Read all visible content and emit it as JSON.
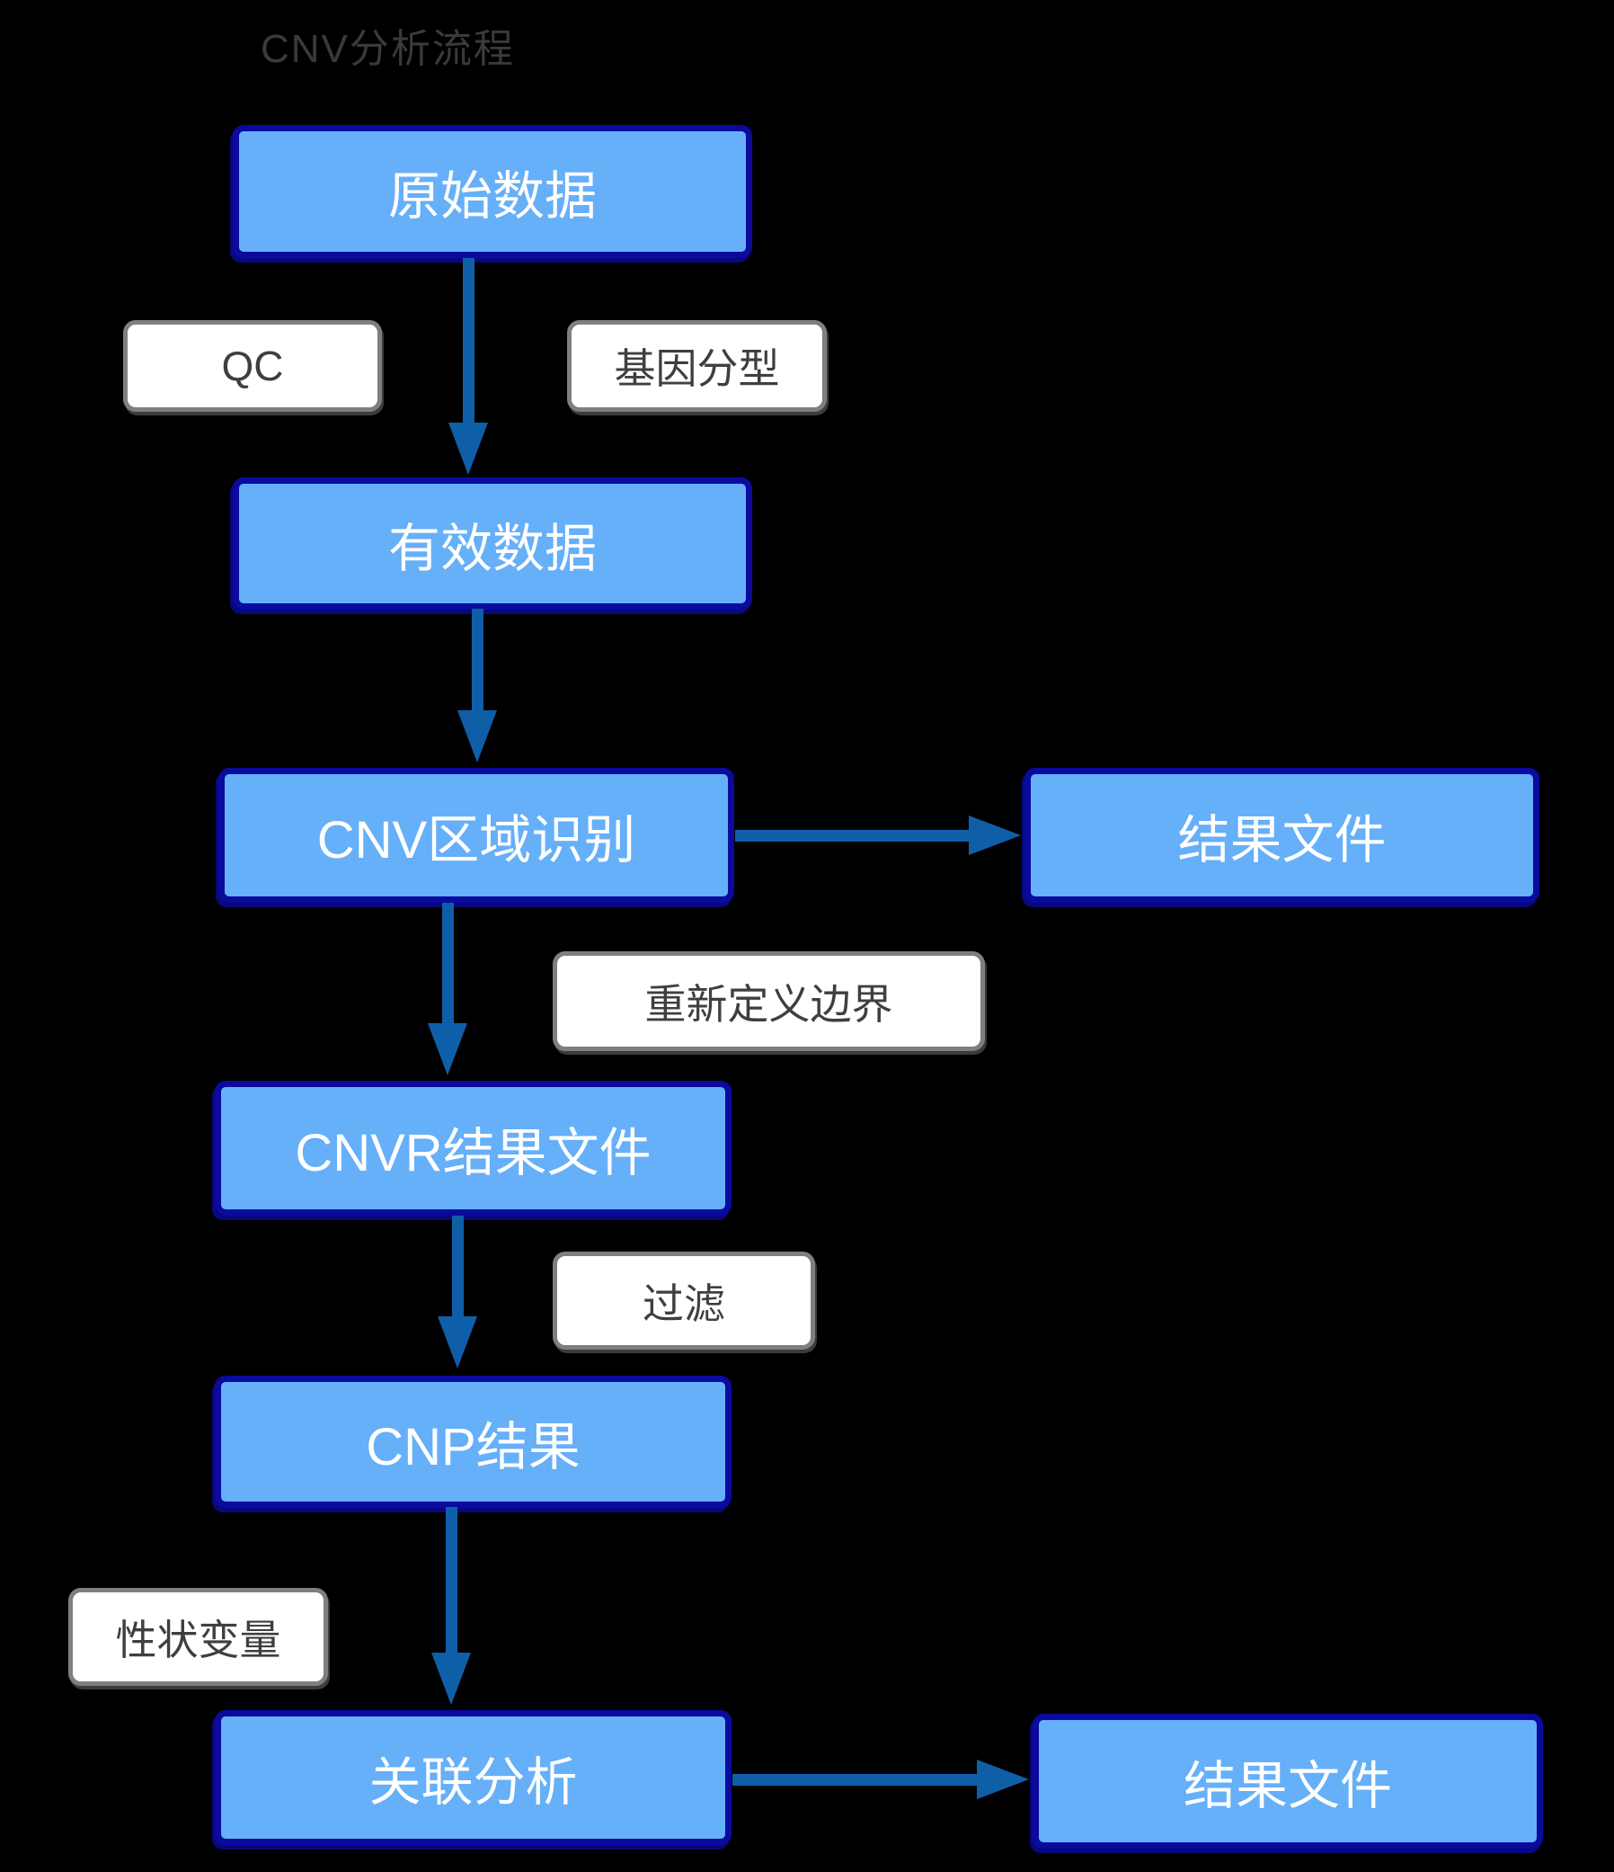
{
  "title": "CNV分析流程",
  "colors": {
    "background": "#000000",
    "node_fill": "#66aff9",
    "node_border": "#0a0a9e",
    "node_text": "#ffffff",
    "arrow": "#0f5fa8",
    "label_fill": "#ffffff",
    "label_border": "#7f7f7f",
    "label_text": "#3f3f3f",
    "title_text": "#3a3a3a"
  },
  "nodes": {
    "raw_data": {
      "label": "原始数据"
    },
    "valid_data": {
      "label": "有效数据"
    },
    "cnv_region": {
      "label": "CNV区域识别"
    },
    "result_file_top": {
      "label": "结果文件"
    },
    "cnvr_result": {
      "label": "CNVR结果文件"
    },
    "cnp_result": {
      "label": "CNP结果"
    },
    "association": {
      "label": "关联分析"
    },
    "result_file_bottom": {
      "label": "结果文件"
    }
  },
  "edge_labels": {
    "qc": "QC",
    "genotyping": "基因分型",
    "redefine_boundary": "重新定义边界",
    "filter": "过滤",
    "trait_variable": "性状变量"
  },
  "flow": [
    "原始数据 → (QC / 基因分型) → 有效数据",
    "有效数据 → CNV区域识别",
    "CNV区域识别 → 结果文件",
    "CNV区域识别 → (重新定义边界) → CNVR结果文件",
    "CNVR结果文件 → (过滤) → CNP结果",
    "CNP结果 → (性状变量) → 关联分析",
    "关联分析 → 结果文件"
  ]
}
